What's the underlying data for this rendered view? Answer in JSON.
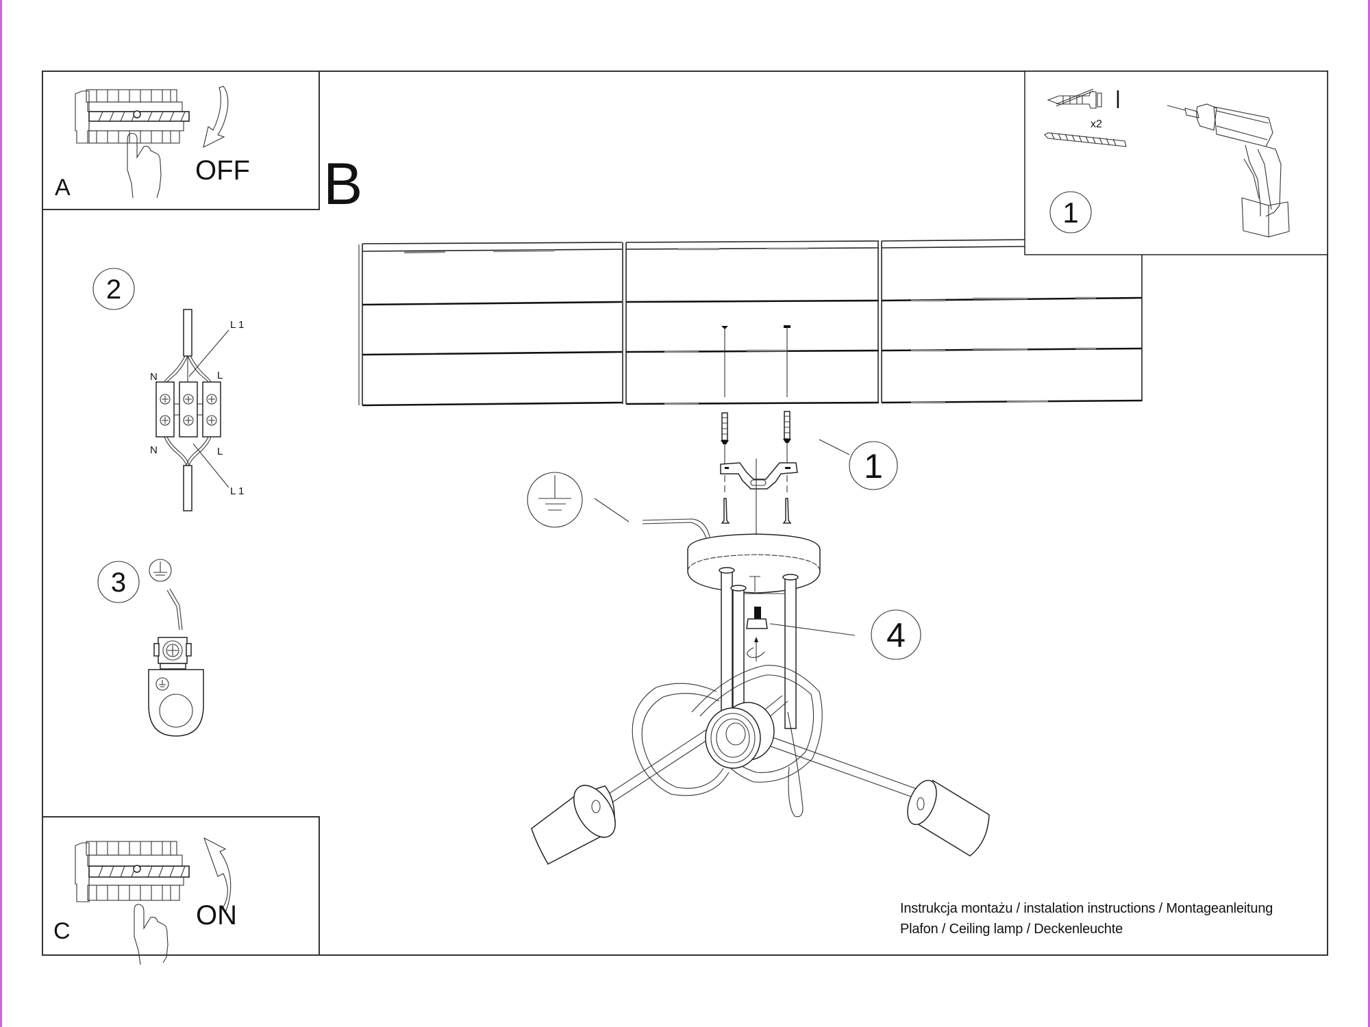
{
  "document": {
    "type": "assembly instructions sheet",
    "footer": {
      "line1": "Instrukcja montażu / instalation instructions / Montageanleitung",
      "line2": "Plafon / Ceiling lamp / Deckenleuchte"
    }
  },
  "panels": {
    "a": {
      "letter": "A",
      "switch_label": "OFF",
      "icons": [
        "breaker-panel-icon",
        "hand-icon",
        "arrow-down-icon"
      ]
    },
    "b": {
      "letter": "B"
    },
    "c": {
      "letter": "C",
      "switch_label": "ON",
      "icons": [
        "breaker-panel-icon",
        "hand-icon",
        "arrow-up-icon"
      ]
    }
  },
  "tools": {
    "step": "1",
    "quantity": "x2",
    "items": [
      "wall-plug-icon",
      "screw-icon",
      "drill-icon"
    ]
  },
  "steps": {
    "wiring": {
      "step": "2",
      "labels": {
        "n_top": "N",
        "l_top": "L",
        "l1_top": "L 1",
        "n_bottom": "N",
        "l_bottom": "L",
        "l1_bottom": "L 1"
      }
    },
    "ground": {
      "step": "3",
      "icon": "ground-symbol-icon"
    },
    "mount": {
      "step": "1"
    },
    "fix": {
      "step": "4"
    },
    "ground_callout": {
      "icon": "ground-symbol-icon"
    }
  },
  "colors": {
    "ink": "#111111",
    "frame": "#333333",
    "page_edge": "#c86ad6",
    "background": "#ffffff"
  }
}
